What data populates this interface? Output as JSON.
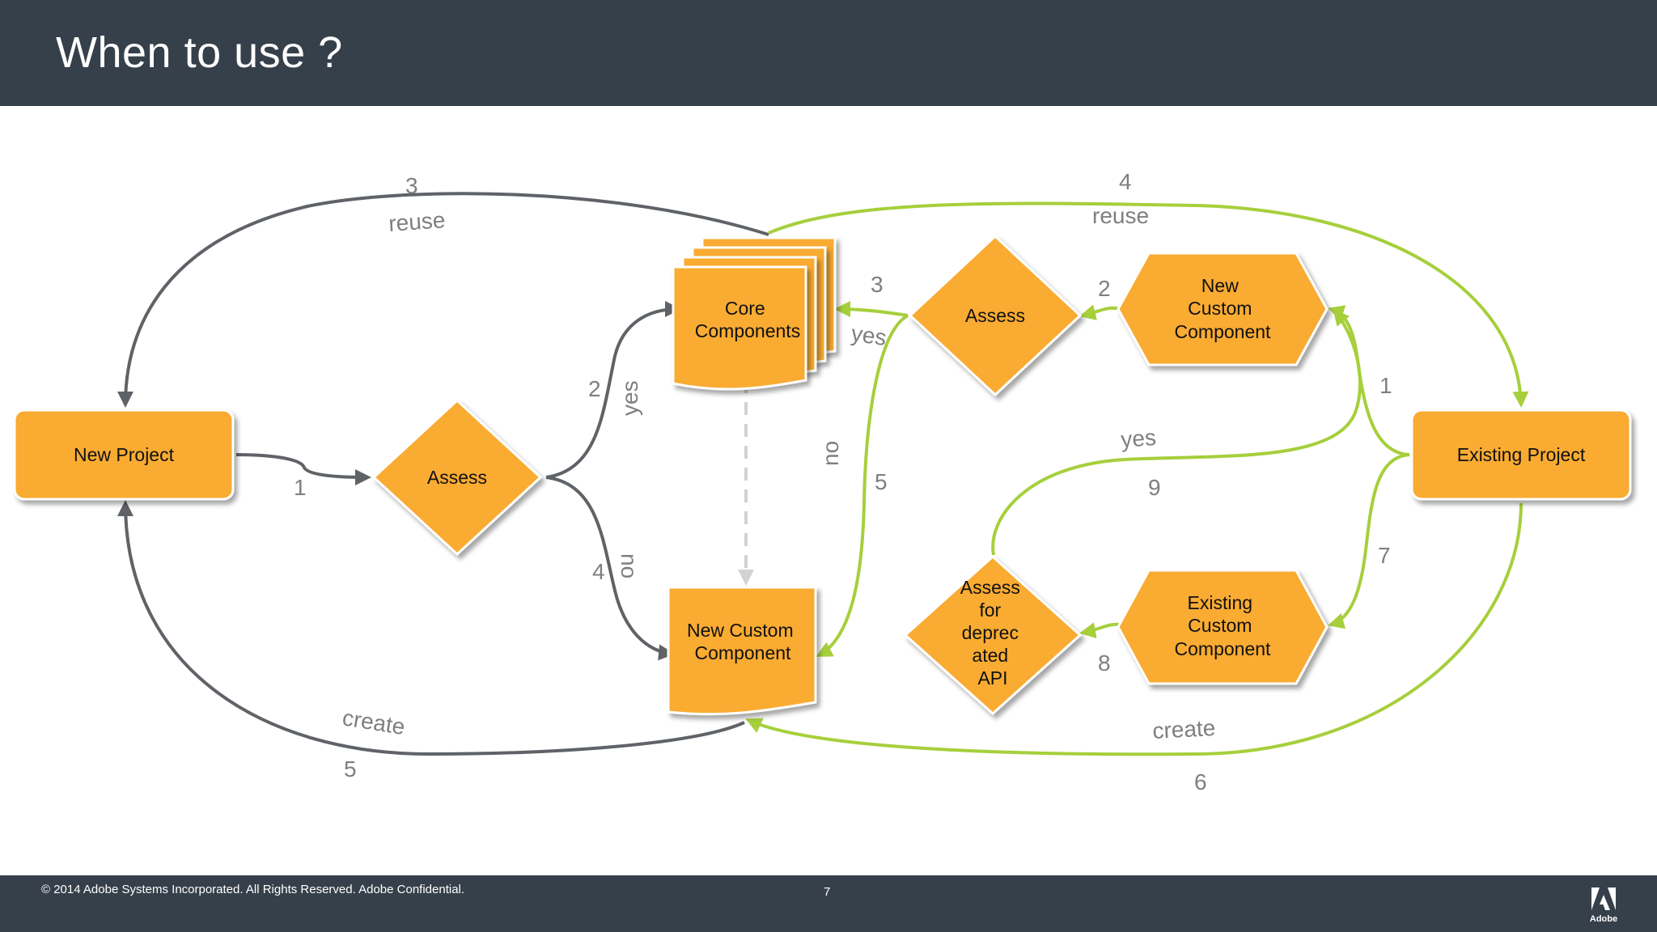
{
  "slide": {
    "title": "When to use ?",
    "footer_copyright": "© 2014 Adobe Systems Incorporated.  All Rights Reserved.  Adobe Confidential.",
    "page_number": "7",
    "logo_text": "Adobe"
  },
  "colors": {
    "header_bg": "#36404a",
    "node_fill": "#f9ab33",
    "dark_arrow": "#5f6368",
    "green_arrow": "#a6cf3c",
    "label_gray": "#7f7f7f"
  },
  "nodes": {
    "new_project": "New Project",
    "assess_left": "Assess",
    "core_components": [
      "Core",
      "Components"
    ],
    "new_custom_component_left": [
      "New Custom",
      "Component"
    ],
    "assess_right": "Assess",
    "new_custom_component_right": [
      "New",
      "Custom",
      "Component"
    ],
    "existing_project": "Existing Project",
    "existing_custom_component": [
      "Existing",
      "Custom",
      "Component"
    ],
    "assess_deprecated": [
      "Assess",
      "for",
      "deprec",
      "ated",
      "API"
    ]
  },
  "edge_labels": {
    "reuse_left_num": "3",
    "reuse_left": "reuse",
    "reuse_right_num": "4",
    "reuse_right": "reuse",
    "step1_left": "1",
    "yes_left_num": "2",
    "yes_left": "yes",
    "no_left_num": "4",
    "no_left": "no",
    "create_left": "create",
    "create_left_num": "5",
    "yes_right_num": "3",
    "yes_right": "yes",
    "no_right": "no",
    "no_right_num": "5",
    "assess_right_num": "2",
    "step1_right": "1",
    "yes_loop": "yes",
    "yes_loop_num": "9",
    "step7": "7",
    "step8": "8",
    "create_right": "create",
    "create_right_num": "6"
  }
}
